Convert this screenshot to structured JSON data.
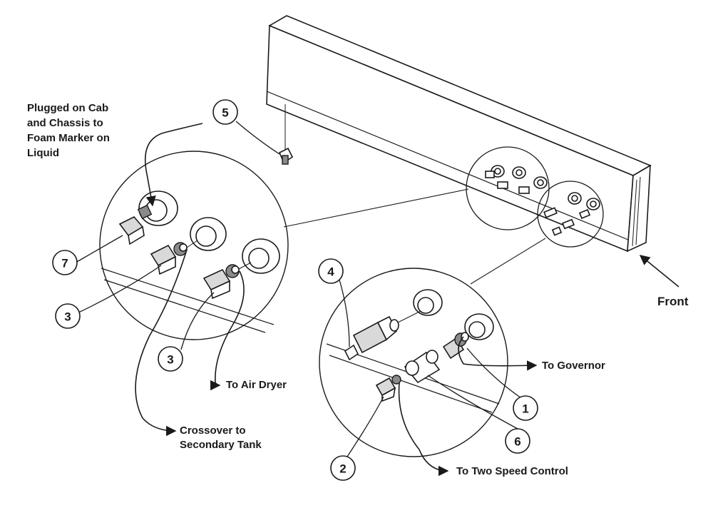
{
  "callouts": {
    "c1": "1",
    "c2": "2",
    "c3a": "3",
    "c3b": "3",
    "c4": "4",
    "c5": "5",
    "c6": "6",
    "c7": "7"
  },
  "labels": {
    "plugged": [
      "Plugged on Cab",
      "and Chassis to",
      "Foam Marker on",
      "Liquid"
    ],
    "front": "Front",
    "air_dryer": "To Air Dryer",
    "crossover": [
      "Crossover to",
      "Secondary Tank"
    ],
    "governor": "To Governor",
    "two_speed": "To Two Speed Control"
  }
}
